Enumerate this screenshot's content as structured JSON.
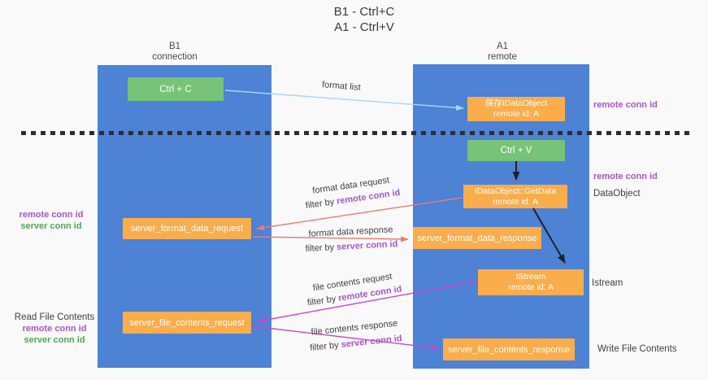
{
  "title": {
    "line1": "B1 - Ctrl+C",
    "line2": "A1 - Ctrl+V"
  },
  "lanes": {
    "b1": {
      "name": "B1",
      "role": "connection"
    },
    "a1": {
      "name": "A1",
      "role": "remote"
    }
  },
  "boxes": {
    "ctrl_c": {
      "label": "Ctrl + C"
    },
    "ctrl_v": {
      "label": "Ctrl + V"
    },
    "save_dataobject": {
      "line1": "保存IDataObject",
      "line2": "remote id: A"
    },
    "getdata": {
      "line1": "IDataObject::GetData",
      "line2": "remote id: A"
    },
    "istream": {
      "line1": "IStream",
      "line2": "remote id: A"
    },
    "format_request": {
      "label": "server_format_data_request"
    },
    "format_response": {
      "label": "server_format_data_response"
    },
    "file_request": {
      "label": "server_file_contents_request"
    },
    "file_response": {
      "label": "server_file_contents_response"
    }
  },
  "arrow_labels": {
    "format_list": "format list",
    "format_data_request": {
      "title": "format data request",
      "filter_prefix": "filter by",
      "filter_value": "remote conn id"
    },
    "format_data_response": {
      "title": "format data response",
      "filter_prefix": "filter by",
      "filter_value": "server conn id"
    },
    "file_contents_request": {
      "title": "file contents request",
      "filter_prefix": "filter by",
      "filter_value": "remote conn id"
    },
    "file_contents_response": {
      "title": "file contents response",
      "filter_prefix": "filter by",
      "filter_value": "server conn id"
    }
  },
  "side_labels": {
    "right_top_conn_id": "remote conn id",
    "right_mid_conn_id": "remote conn id",
    "right_dataobject": "DataObject",
    "right_istream": "Istream",
    "right_write_file": "Write File Contents",
    "left_mid_remote": "remote conn id",
    "left_mid_server": "server conn id",
    "left_read_file": "Read File Contents",
    "left_bottom_remote": "remote conn id",
    "left_bottom_server": "server conn id"
  },
  "colors": {
    "lane_blue": "#4d82d5",
    "box_green": "#77c377",
    "box_orange": "#fbad4b",
    "arrow_lightblue": "#aad4f5",
    "arrow_salmon": "#ec7b72",
    "arrow_magenta": "#ca46c6",
    "arrow_black": "#222222",
    "text_purple": "#a855c8",
    "text_green": "#52a556",
    "dashed_line": "#2d2d2d"
  }
}
